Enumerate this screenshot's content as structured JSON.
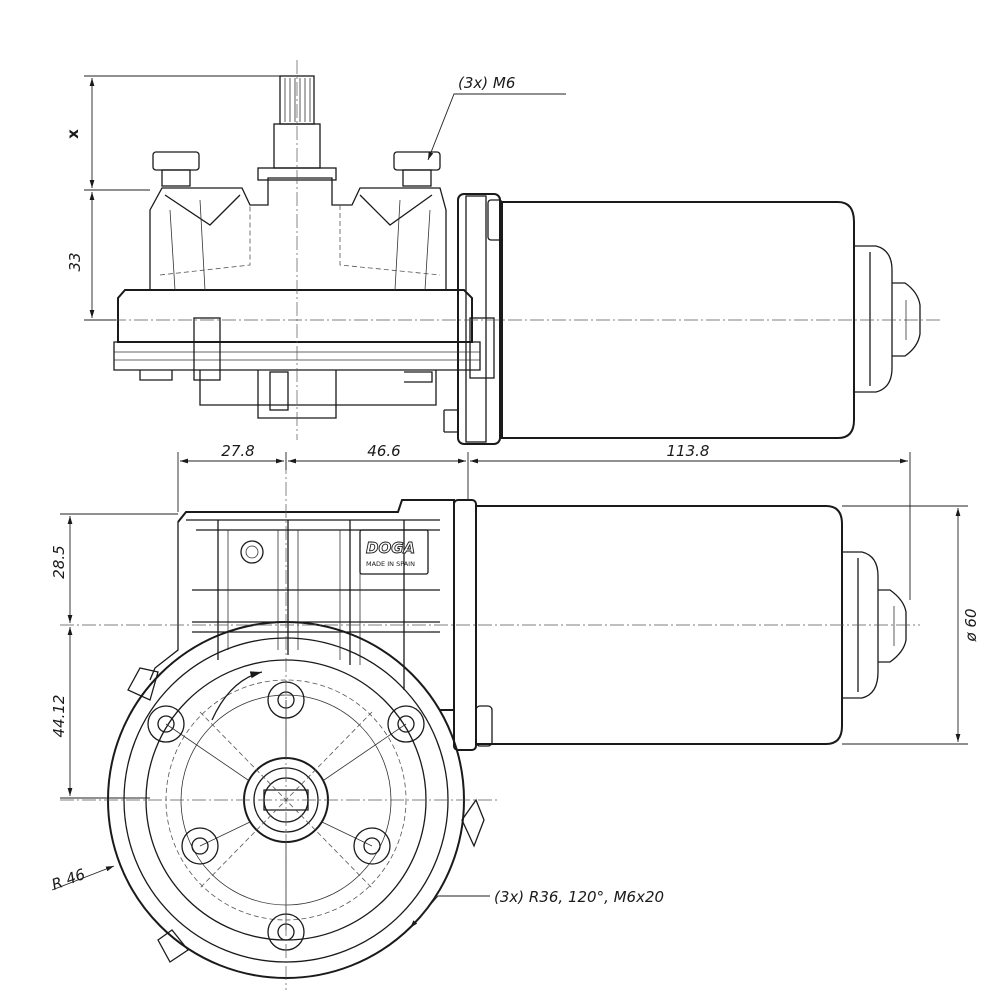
{
  "drawing": {
    "dimensions": {
      "x_label": "x",
      "height_33": "33",
      "width_27_8": "27.8",
      "width_46_6": "46.6",
      "length_113_8": "113.8",
      "height_28_5": "28.5",
      "height_44_12": "44.12",
      "diameter_60": "ø 60",
      "radius_46": "R 46"
    },
    "callouts": {
      "bolts_top": "(3x) M6",
      "mounting_holes": "(3x) R36, 120°, M6x20"
    },
    "markings": {
      "brand": "DOGA",
      "origin": "MADE IN SPAIN"
    }
  }
}
